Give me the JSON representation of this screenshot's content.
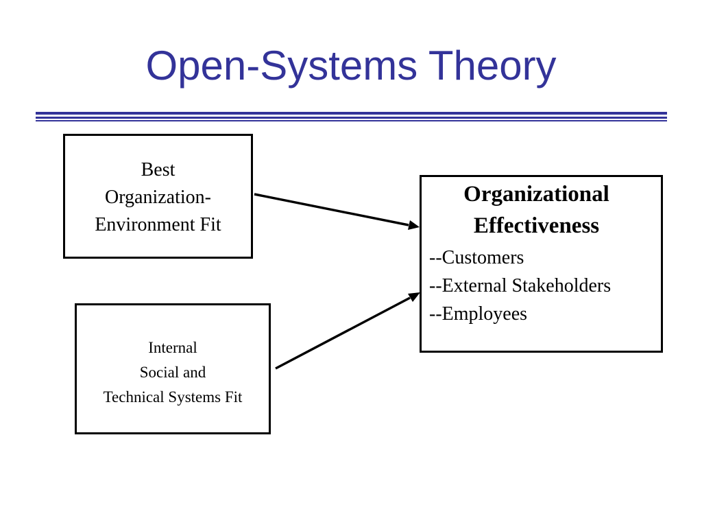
{
  "title": "Open-Systems Theory",
  "colors": {
    "title": "#333399",
    "divider": "#333399",
    "box_border": "#000000",
    "arrow": "#000000",
    "background": "#ffffff"
  },
  "boxes": {
    "org_environment_fit": {
      "text": "Best\nOrganization-\nEnvironment Fit"
    },
    "internal_fit": {
      "text": "Internal\nSocial and\nTechnical Systems Fit"
    },
    "effectiveness": {
      "title": "Organizational\nEffectiveness",
      "items": [
        "--Customers",
        "--External Stakeholders",
        "--Employees"
      ]
    }
  },
  "arrows": [
    {
      "from": "org_environment_fit",
      "to": "effectiveness"
    },
    {
      "from": "internal_fit",
      "to": "effectiveness"
    }
  ]
}
